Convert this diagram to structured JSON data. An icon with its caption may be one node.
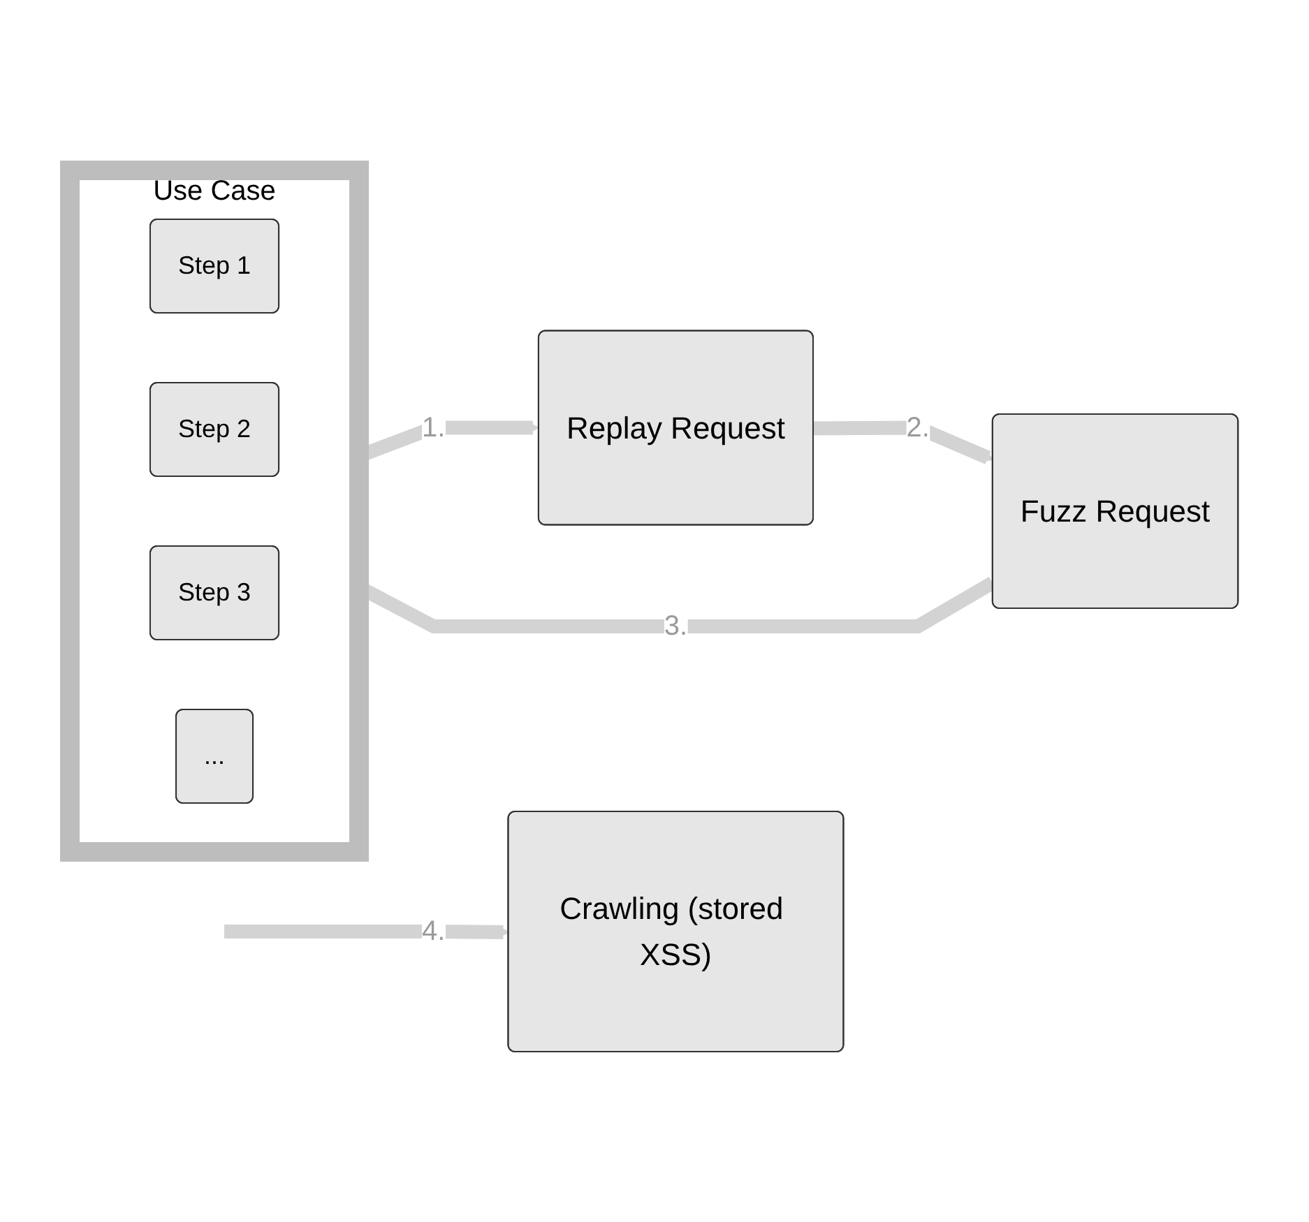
{
  "diagram": {
    "nodes": [
      {
        "text": [
          "Use Case"
        ]
      },
      {
        "text": [
          "Step 1"
        ],
        "in": 0
      },
      {
        "text": [
          "Step 2"
        ],
        "in": 0
      },
      {
        "text": [
          "Step 3"
        ],
        "in": 0
      },
      {
        "text": [
          "..."
        ],
        "in": 0
      },
      {
        "text": [
          "Replay Request"
        ]
      },
      {
        "text": [
          "Fuzz Request"
        ]
      },
      {
        "text": [
          "Crawling (stored XSS)"
        ]
      }
    ],
    "edges": [
      {
        "from": 0,
        "to": 5,
        "arrow": "to",
        "label": "1."
      },
      {
        "from": 5,
        "to": 6,
        "arrow": "to",
        "label": "2."
      },
      {
        "from": 6,
        "to": 0,
        "arrow": "to",
        "label": "3."
      },
      {
        "from": null,
        "to": 7,
        "arrow": "to",
        "label": "4."
      }
    ]
  }
}
